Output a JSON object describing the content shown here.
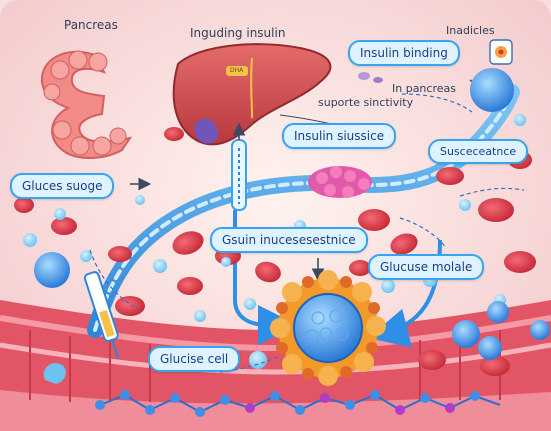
{
  "labels": {
    "pancreas_title": "Pancreas",
    "top_center_title": "Inguding insulin",
    "top_right_title": "Inadicles",
    "insulin_binding": "Insulin binding",
    "in_pancreas": "In pancreas",
    "supporte_sinctivity": "suporte sinctivity",
    "insulin_siussice": "Insulin siussice",
    "suscecatnce": "Susceceatnce",
    "gluces_suoge": "Gluces suoge",
    "gsuin_inucesesestnice": "Gsuin inucesesestnice",
    "glucuse_molale": "Glucuse molale",
    "glucise_cell": "Glucise cell",
    "liver_tag": "DHA"
  },
  "colors": {
    "background": "#f6dfe0",
    "label_box_fill": "#dff2ff",
    "label_box_border": "#3aa3f0",
    "vessel_blue": "#3f9ee8",
    "red_blood_cell": "#e4414f",
    "liver": "#d8575a",
    "pancreas": "#f28a86",
    "glucose_cell": "#3b8ee6",
    "receptor_ring": "#f39a2a"
  }
}
